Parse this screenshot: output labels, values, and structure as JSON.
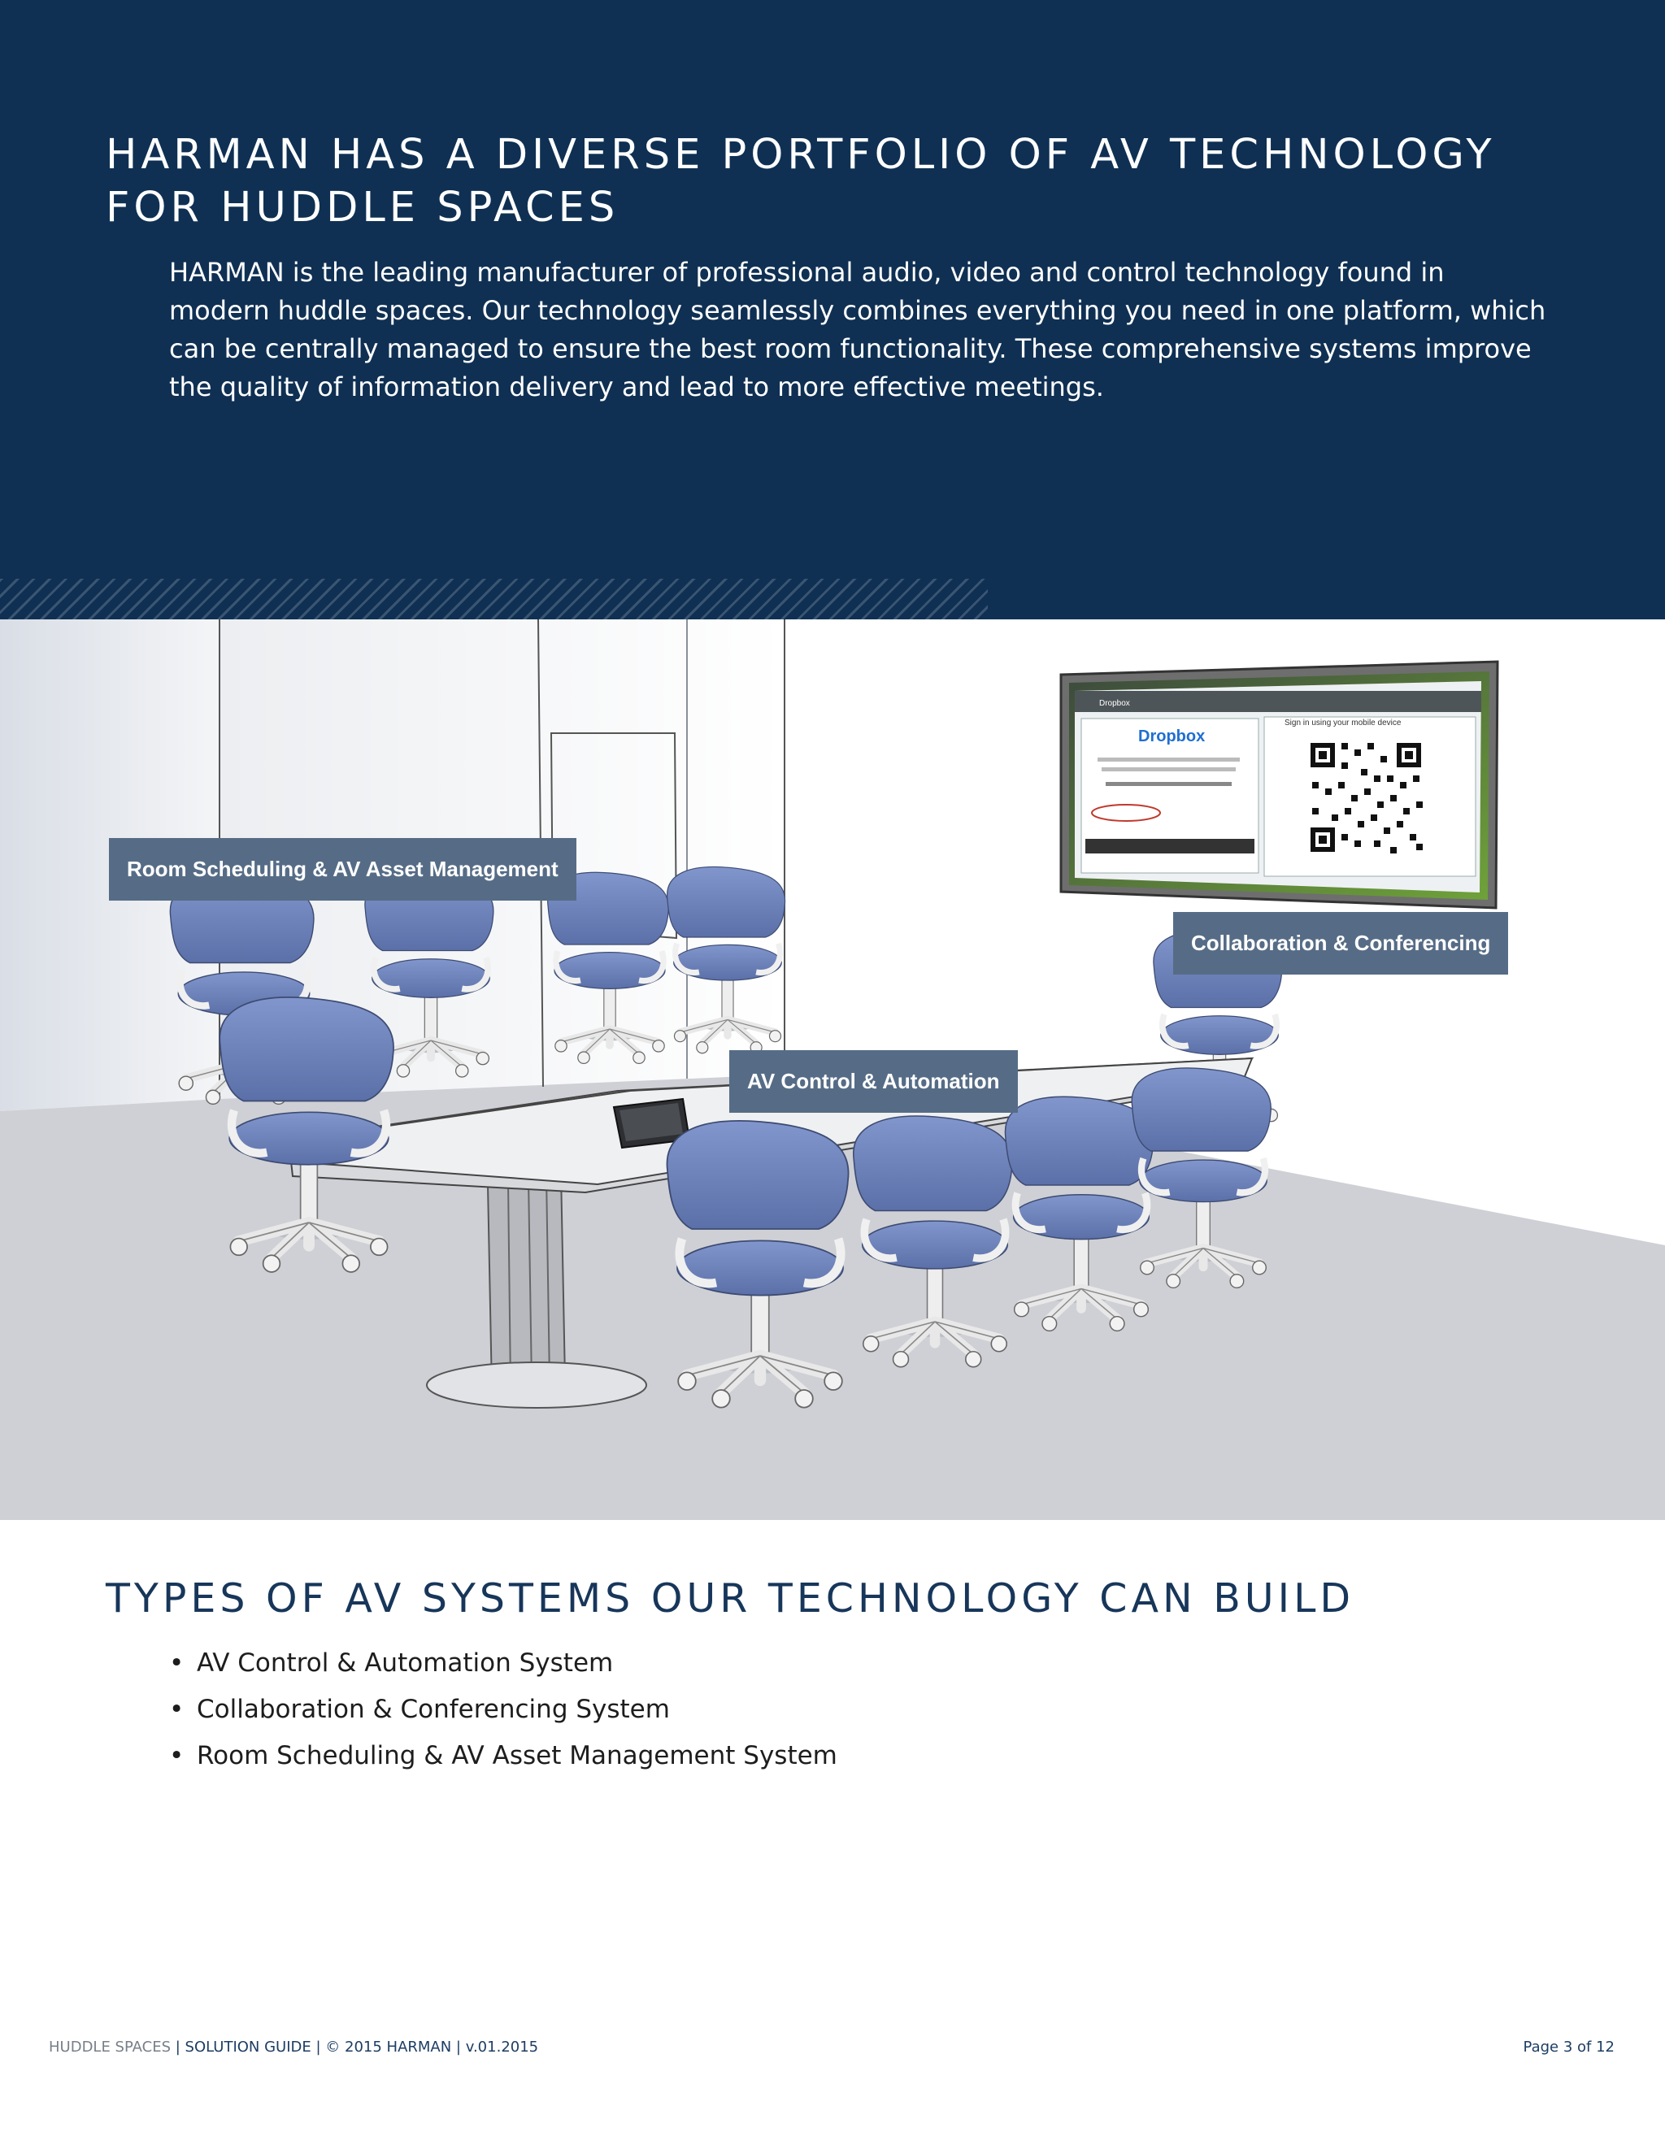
{
  "header": {
    "headline_line1": "HARMAN HAS A DIVERSE PORTFOLIO OF AV TECHNOLOGY",
    "headline_line2": "FOR HUDDLE SPACES",
    "intro": "HARMAN is the leading manufacturer of professional audio, video and control technology found in modern huddle spaces. Our technology seamlessly combines everything you need in one platform, which can be centrally managed to ensure the best room functionality. These comprehensive systems improve the quality of information delivery and lead to more effective meetings."
  },
  "illustration": {
    "callouts": {
      "room_scheduling": "Room Scheduling & AV Asset Management",
      "collaboration": "Collaboration & Conferencing",
      "av_control": "AV Control & Automation"
    },
    "display": {
      "app_name": "Dropbox",
      "logo_text": "Dropbox",
      "mobile_prompt": "Sign in using your mobile device"
    }
  },
  "systems": {
    "title": "TYPES OF AV SYSTEMS OUR TECHNOLOGY CAN BUILD",
    "bullet": "•",
    "items": [
      "AV Control & Automation System",
      "Collaboration & Conferencing System",
      "Room Scheduling & AV Asset Management System"
    ]
  },
  "footer": {
    "doc_name": "HUDDLE SPACES",
    "rest": " | SOLUTION GUIDE | © 2015 HARMAN | v.01.2015",
    "page": "Page 3 of 12"
  },
  "colors": {
    "header_bg": "#0f3053",
    "callout_bg": "#566c86",
    "chair_blue": "#6f86bd",
    "title_blue": "#17365a"
  }
}
